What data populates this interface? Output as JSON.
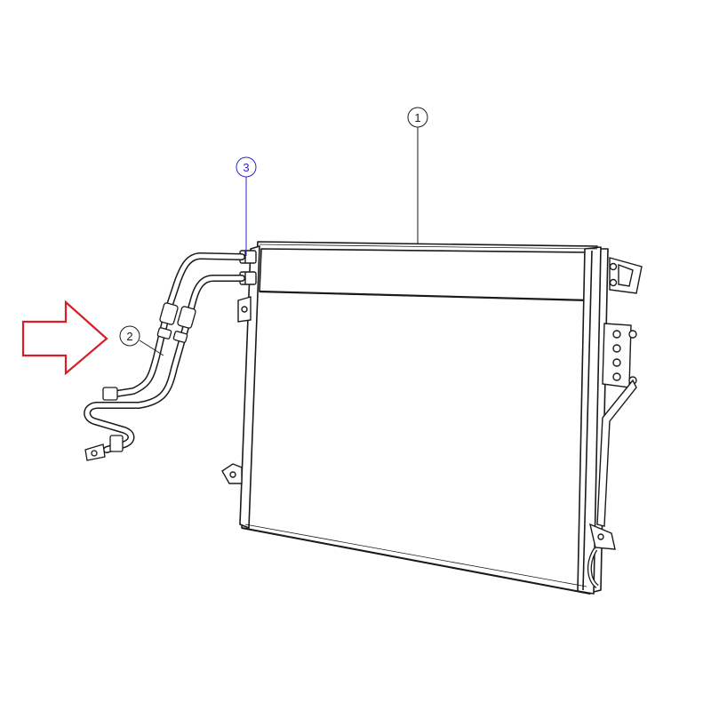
{
  "callouts": [
    {
      "label": "1",
      "color": "#1a1a1a"
    },
    {
      "label": "2",
      "color": "#1a1a1a"
    },
    {
      "label": "3",
      "color": "#2727c8"
    }
  ],
  "colors": {
    "line": "#1a1a1a",
    "arrow": "#d81f26",
    "highlight": "#2727c8",
    "background": "#ffffff"
  }
}
